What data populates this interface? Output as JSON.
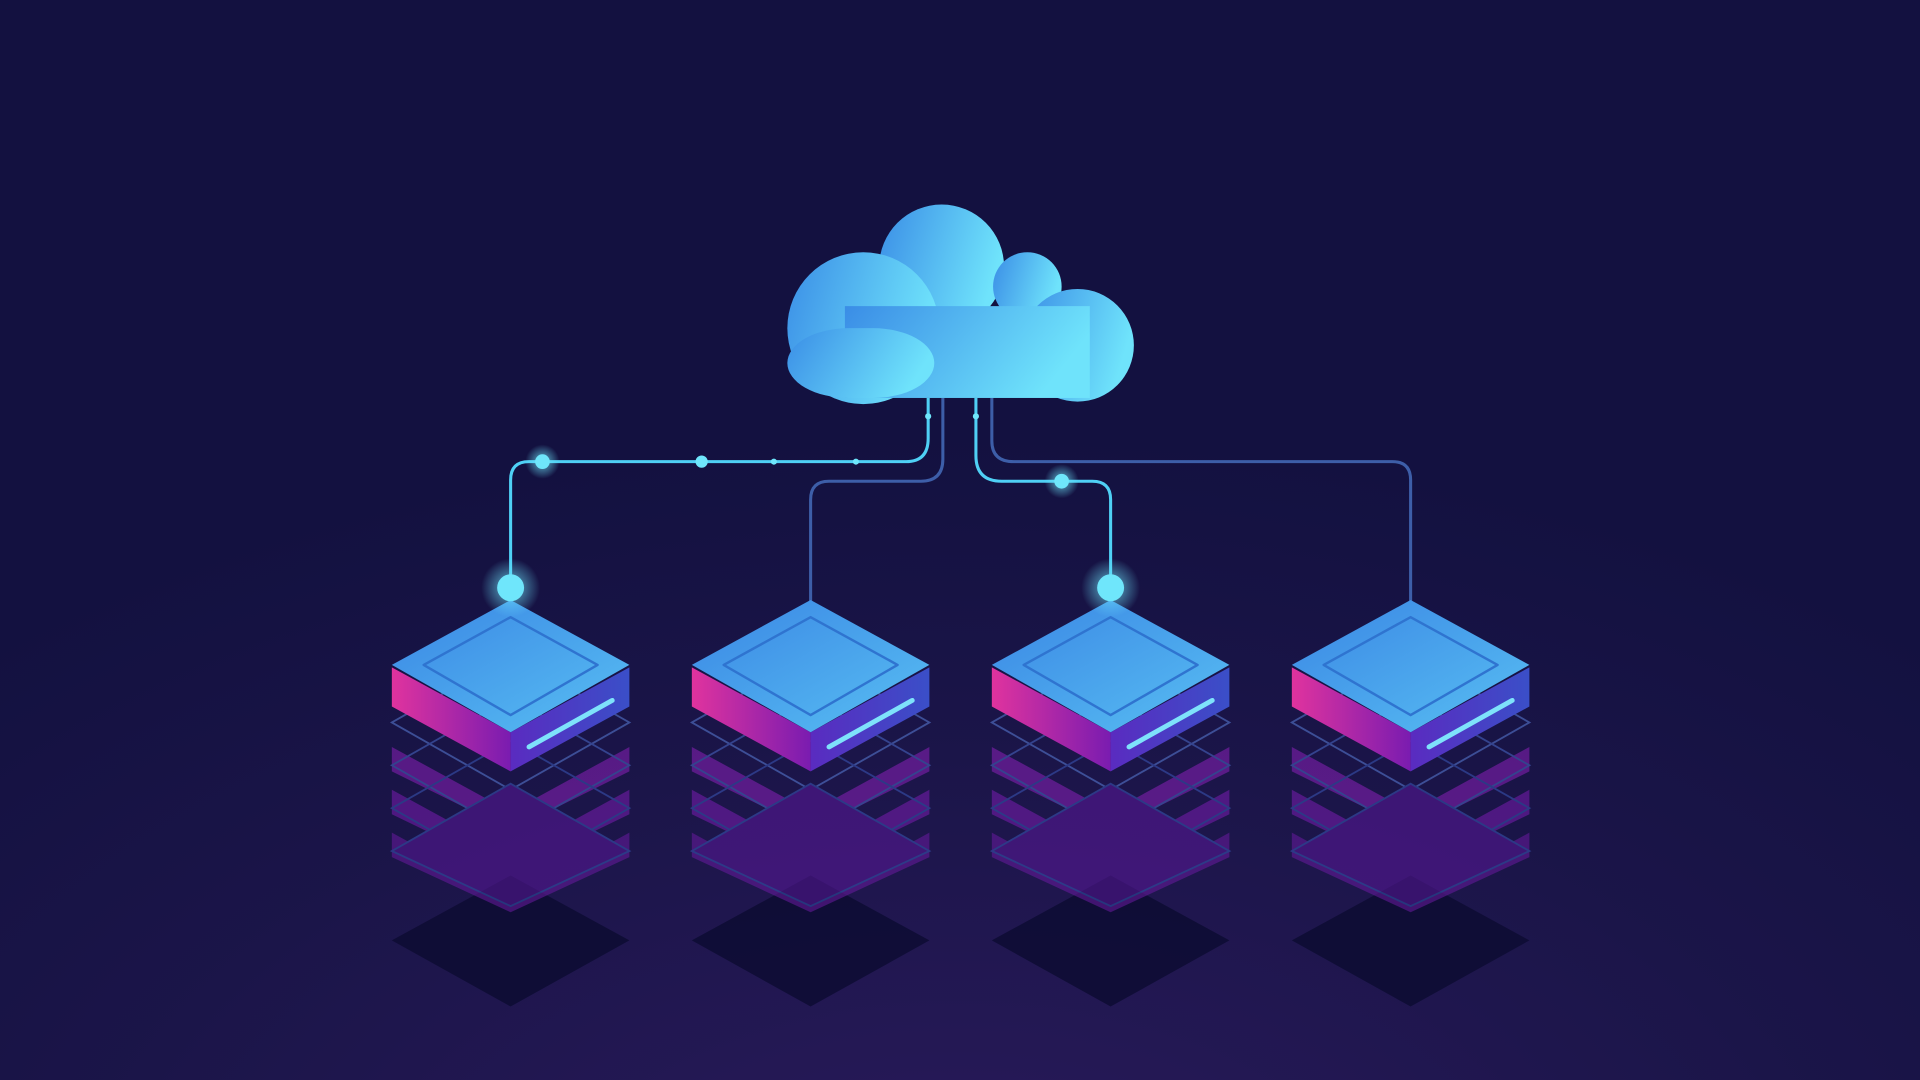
{
  "scene": {
    "subject": "cloud-network-servers",
    "icons": [
      "cloud-icon",
      "server-rack-icon",
      "connection-line",
      "network-node-icon"
    ],
    "server_count": 4,
    "colors": {
      "background": "#131140",
      "background_glow": "#221852",
      "cloud_start": "#3a8de6",
      "cloud_end": "#6fe3fb",
      "server_top": "#3f9bea",
      "server_top_light": "#5bc6f5",
      "server_side": "#8a1fb0",
      "server_side_edge": "#e0339e",
      "line_bright": "#4fd0f5",
      "line_dim": "#3d5ea8",
      "node": "#6fe6fb"
    }
  }
}
